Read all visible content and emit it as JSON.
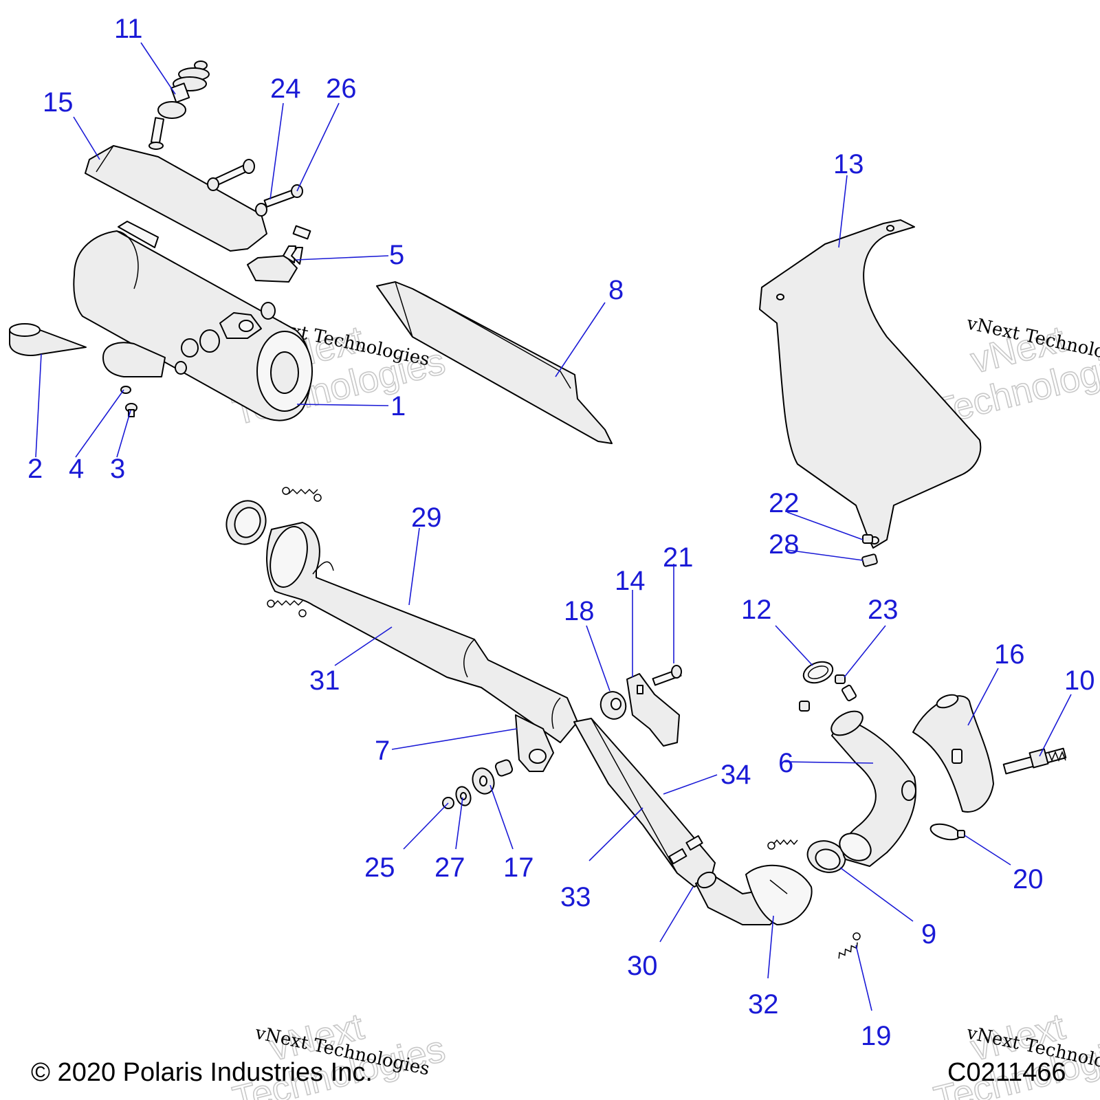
{
  "colors": {
    "callout": "#1a1ad6",
    "line": "#000000",
    "part_fill": "#ededed",
    "watermark": "#c8c8c8"
  },
  "watermark": {
    "line1": "vNext",
    "line2": "Technologies",
    "small": "vNext Technologies"
  },
  "footer": {
    "copyright": "© 2020 Polaris Industries Inc.",
    "diagram_code": "C0211466"
  },
  "callouts": [
    {
      "id": "c11",
      "label": "11"
    },
    {
      "id": "c15",
      "label": "15"
    },
    {
      "id": "c24",
      "label": "24"
    },
    {
      "id": "c26",
      "label": "26"
    },
    {
      "id": "c13",
      "label": "13"
    },
    {
      "id": "c5",
      "label": "5"
    },
    {
      "id": "c8",
      "label": "8"
    },
    {
      "id": "c1",
      "label": "1"
    },
    {
      "id": "c2",
      "label": "2"
    },
    {
      "id": "c4",
      "label": "4"
    },
    {
      "id": "c3",
      "label": "3"
    },
    {
      "id": "c22",
      "label": "22"
    },
    {
      "id": "c28",
      "label": "28"
    },
    {
      "id": "c29",
      "label": "29"
    },
    {
      "id": "c21",
      "label": "21"
    },
    {
      "id": "c14",
      "label": "14"
    },
    {
      "id": "c18",
      "label": "18"
    },
    {
      "id": "c12",
      "label": "12"
    },
    {
      "id": "c23",
      "label": "23"
    },
    {
      "id": "c16",
      "label": "16"
    },
    {
      "id": "c10",
      "label": "10"
    },
    {
      "id": "c31",
      "label": "31"
    },
    {
      "id": "c7",
      "label": "7"
    },
    {
      "id": "c6",
      "label": "6"
    },
    {
      "id": "c34",
      "label": "34"
    },
    {
      "id": "c25",
      "label": "25"
    },
    {
      "id": "c27",
      "label": "27"
    },
    {
      "id": "c17",
      "label": "17"
    },
    {
      "id": "c20",
      "label": "20"
    },
    {
      "id": "c33",
      "label": "33"
    },
    {
      "id": "c9",
      "label": "9"
    },
    {
      "id": "c30",
      "label": "30"
    },
    {
      "id": "c32",
      "label": "32"
    },
    {
      "id": "c19",
      "label": "19"
    }
  ]
}
